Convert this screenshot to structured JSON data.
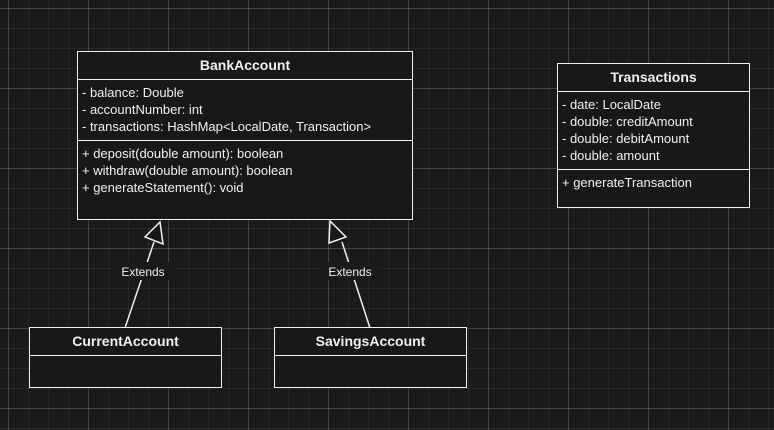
{
  "classes": {
    "bank_account": {
      "name": "BankAccount",
      "attributes": [
        "- balance: Double",
        "- accountNumber: int",
        "- transactions: HashMap<LocalDate, Transaction>"
      ],
      "methods": [
        "+ deposit(double amount): boolean",
        "+ withdraw(double amount): boolean",
        "+ generateStatement(): void"
      ]
    },
    "transactions": {
      "name": "Transactions",
      "attributes": [
        "- date: LocalDate",
        "- double: creditAmount",
        "- double: debitAmount",
        "- double: amount"
      ],
      "methods": [
        "+ generateTransaction"
      ]
    },
    "current_account": {
      "name": "CurrentAccount"
    },
    "savings_account": {
      "name": "SavingsAccount"
    }
  },
  "relations": [
    {
      "from": "CurrentAccount",
      "to": "BankAccount",
      "type": "inheritance",
      "label": "Extends"
    },
    {
      "from": "SavingsAccount",
      "to": "BankAccount",
      "type": "inheritance",
      "label": "Extends"
    }
  ],
  "colors": {
    "background": "#1a1a1a",
    "stroke": "#f0f0f0",
    "text": "#f0f0f0"
  }
}
